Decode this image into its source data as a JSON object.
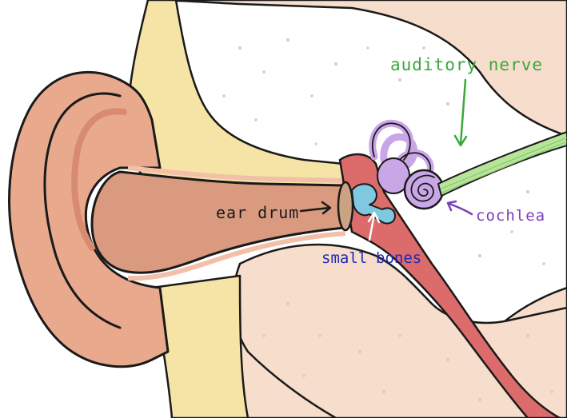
{
  "labels": {
    "auditory_nerve": "auditory nerve",
    "cochlea": "cochlea",
    "ear_drum": "ear drum",
    "small_bones_line1": "small",
    "small_bones_line2": "bones"
  },
  "colors": {
    "skin": "#e9a98c",
    "skin_dark": "#d98b6f",
    "canal": "#d99a80",
    "cartilage": "#f6e3a6",
    "bone": "#f6ddcc",
    "bone_speckle": "#e6c7b3",
    "tube_red": "#dc6b6b",
    "cochlea_purple": "#c9a6e6",
    "ossicle_blue": "#7fc8df",
    "nerve_green": "#b6e59a",
    "label_green": "#3aa83a",
    "label_purple": "#7a3fb5",
    "label_blue": "#1f2ab0",
    "label_black": "#1a1a1a"
  }
}
